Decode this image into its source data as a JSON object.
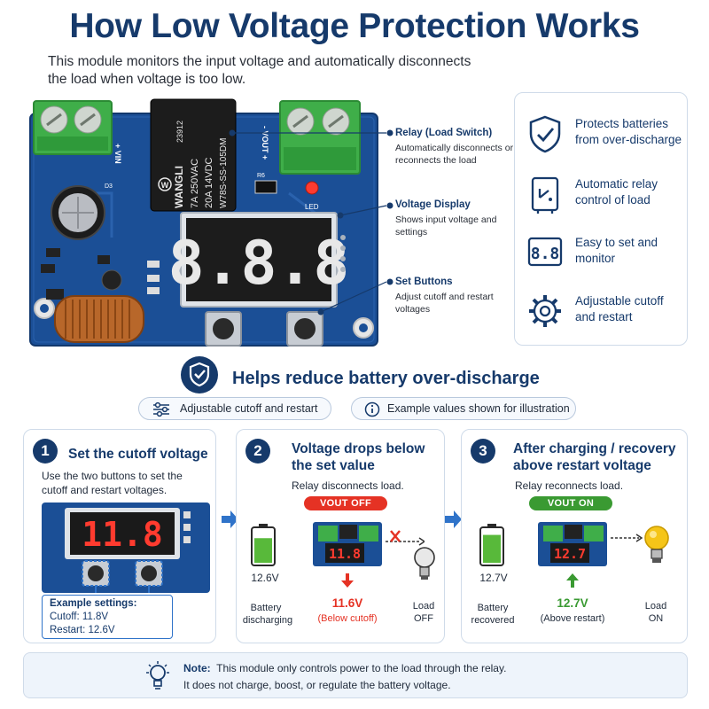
{
  "header": {
    "title": "How Low Voltage Protection Works",
    "subtitle": "This module monitors the input voltage and automatically disconnects the load when voltage is too low."
  },
  "board": {
    "relay_brand": "WANGLI",
    "relay_lines": [
      "7A 250VAC",
      "20A 14VDC",
      "W78S-SS-105DM"
    ],
    "relay_code": "23912",
    "vin_label": "+ VIN",
    "vout_label": "- VOUT +",
    "led_label": "LED",
    "r6_label": "R6",
    "d3_label": "D3",
    "display_digits": "8.8.8"
  },
  "callouts": [
    {
      "title": "Relay (Load Switch)",
      "desc": "Automatically disconnects or reconnects the load"
    },
    {
      "title": "Voltage Display",
      "desc": "Shows input voltage and settings"
    },
    {
      "title": "Set Buttons",
      "desc": "Adjust cutoff and restart voltages"
    }
  ],
  "features": [
    {
      "icon": "shield-check-icon",
      "text": "Protects batteries from over-discharge"
    },
    {
      "icon": "relay-icon",
      "text": "Automatic relay control of load"
    },
    {
      "icon": "display-icon",
      "text": "Easy to set and monitor"
    },
    {
      "icon": "gear-icon",
      "text": "Adjustable cutoff and restart"
    }
  ],
  "banner": {
    "text": "Helps reduce battery over-discharge",
    "pill1": "Adjustable cutoff and restart",
    "pill2": "Example values shown for illustration"
  },
  "steps": [
    {
      "num": "1",
      "title": "Set the cutoff voltage",
      "desc": "Use the two buttons to set the cutoff and restart voltages.",
      "display": "11.8",
      "example_title": "Example settings:",
      "example_cutoff": "Cutoff: 11.8V",
      "example_restart": "Restart: 12.6V"
    },
    {
      "num": "2",
      "title_line1": "Voltage drops below",
      "title_line2": "the set value",
      "desc": "Relay disconnects load.",
      "tag": "VOUT OFF",
      "battery_voltage": "12.6V",
      "battery_label_1": "Battery",
      "battery_label_2": "discharging",
      "display": "11.8",
      "value": "11.6V",
      "value_note": "(Below cutoff)",
      "load_label_1": "Load",
      "load_label_2": "OFF",
      "battery_level": 0.75
    },
    {
      "num": "3",
      "title_line1": "After charging / recovery",
      "title_line2": "above restart voltage",
      "desc": "Relay reconnects load.",
      "tag": "VOUT ON",
      "battery_voltage": "12.7V",
      "battery_label_1": "Battery",
      "battery_label_2": "recovered",
      "display": "12.7",
      "value": "12.7V",
      "value_note": "(Above restart)",
      "load_label_1": "Load",
      "load_label_2": "ON",
      "battery_level": 0.85
    }
  ],
  "note": {
    "label": "Note:",
    "line1": "This module only controls power to the load through the relay.",
    "line2": "It does not charge, boost, or regulate the battery voltage."
  },
  "colors": {
    "navy": "#163a6b",
    "pcb_blue": "#1b4f96",
    "terminal_green": "#3fae49",
    "led_red": "#ff3b2f",
    "off_red": "#e53224",
    "on_green": "#3a9a32",
    "arrow_blue": "#2f73c9",
    "bulb_yellow": "#f5c518"
  }
}
